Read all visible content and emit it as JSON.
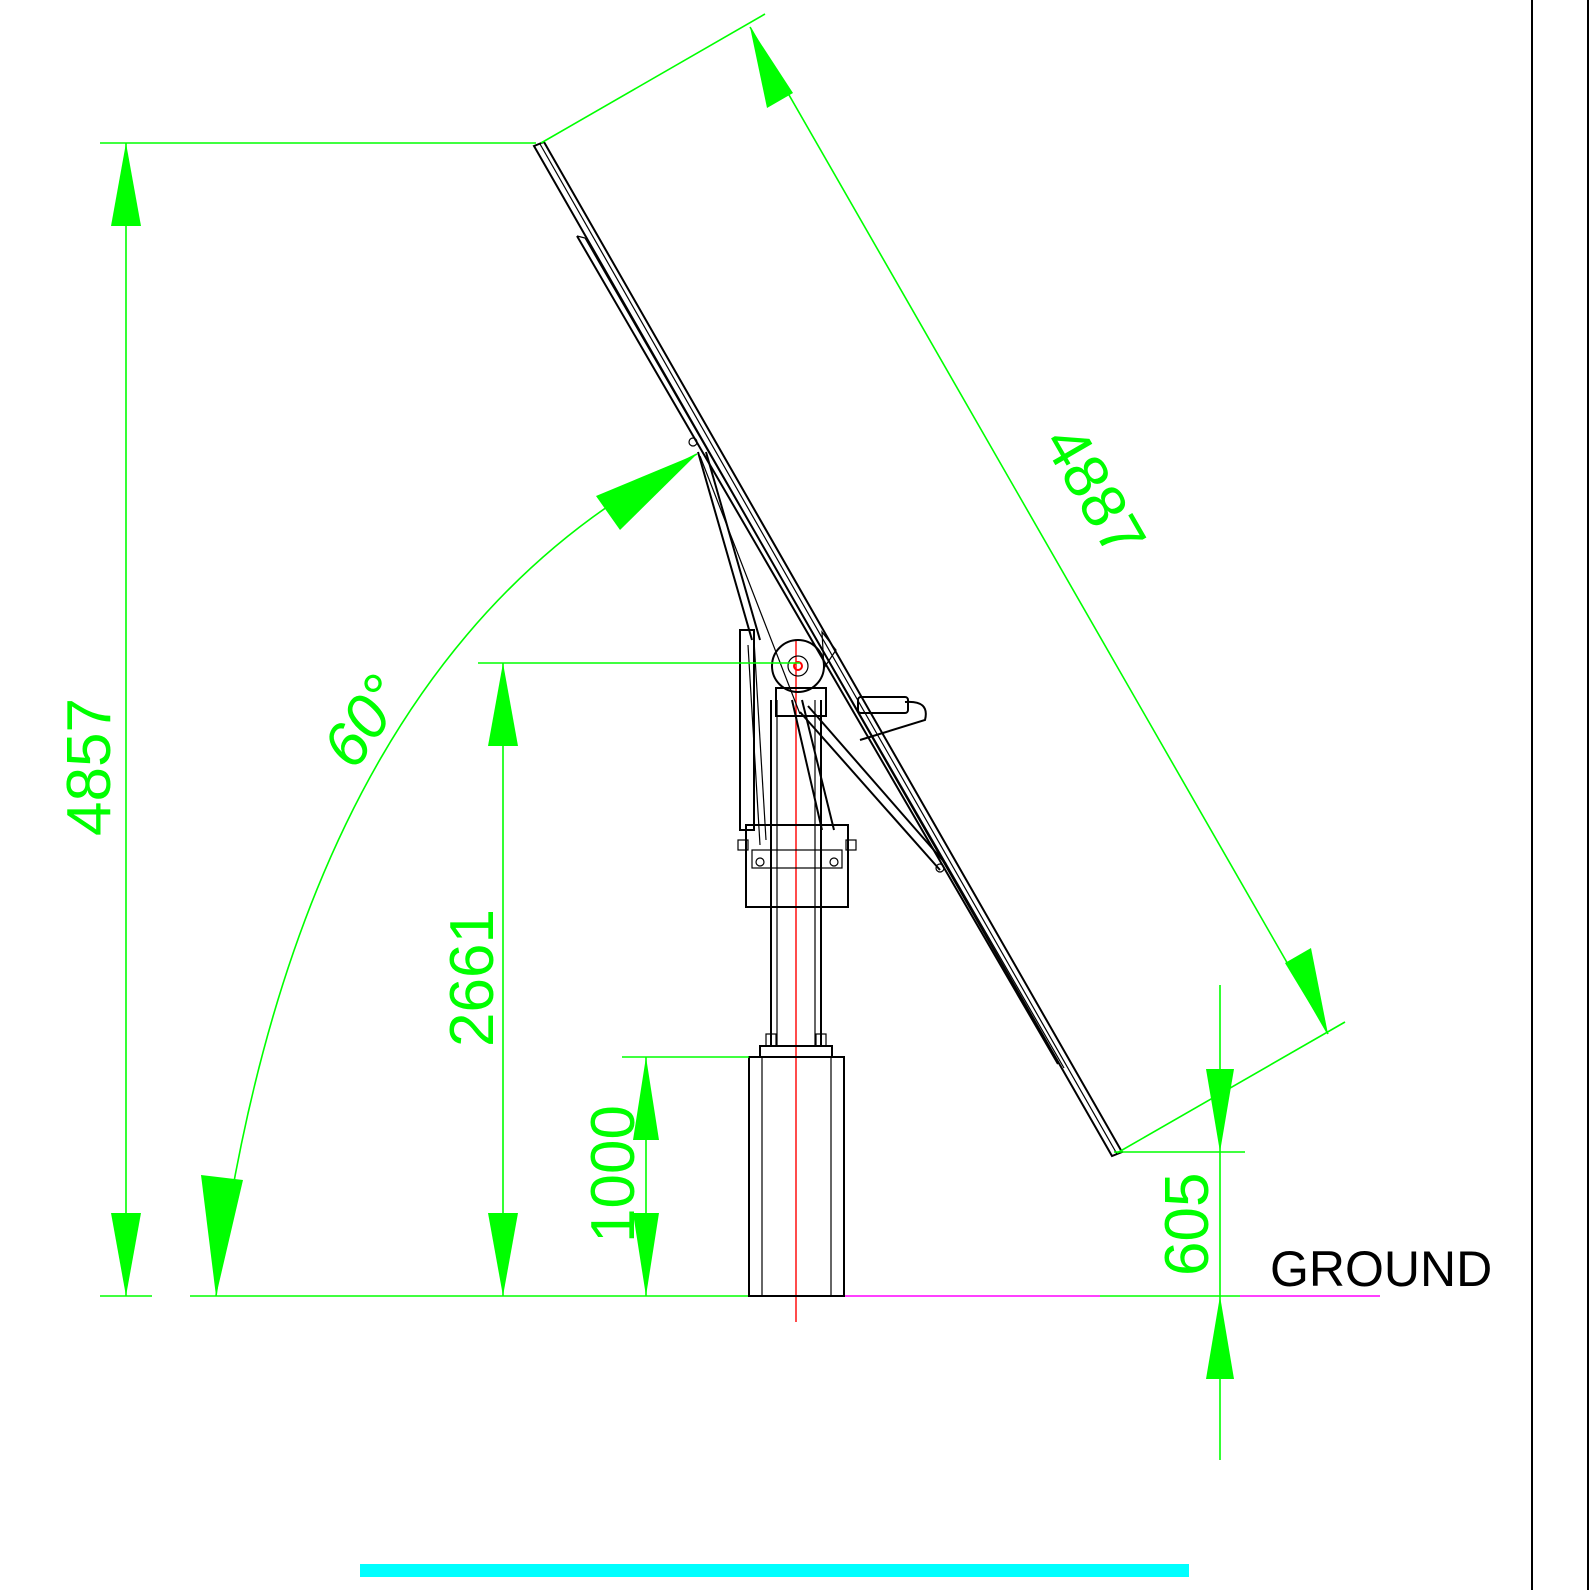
{
  "drawing": {
    "dimensions": {
      "total_height": "4857",
      "panel_length": "4887",
      "pivot_height": "2661",
      "foundation_height": "1000",
      "lower_edge_clearance": "605",
      "tilt_angle": "60°"
    },
    "ground_label": "GROUND",
    "colors": {
      "dimension": "#00ff00",
      "structure": "#000000",
      "centerline": "#ff0000",
      "ground_line": "#ff00ff",
      "bottom_bar": "#00ffff"
    }
  }
}
